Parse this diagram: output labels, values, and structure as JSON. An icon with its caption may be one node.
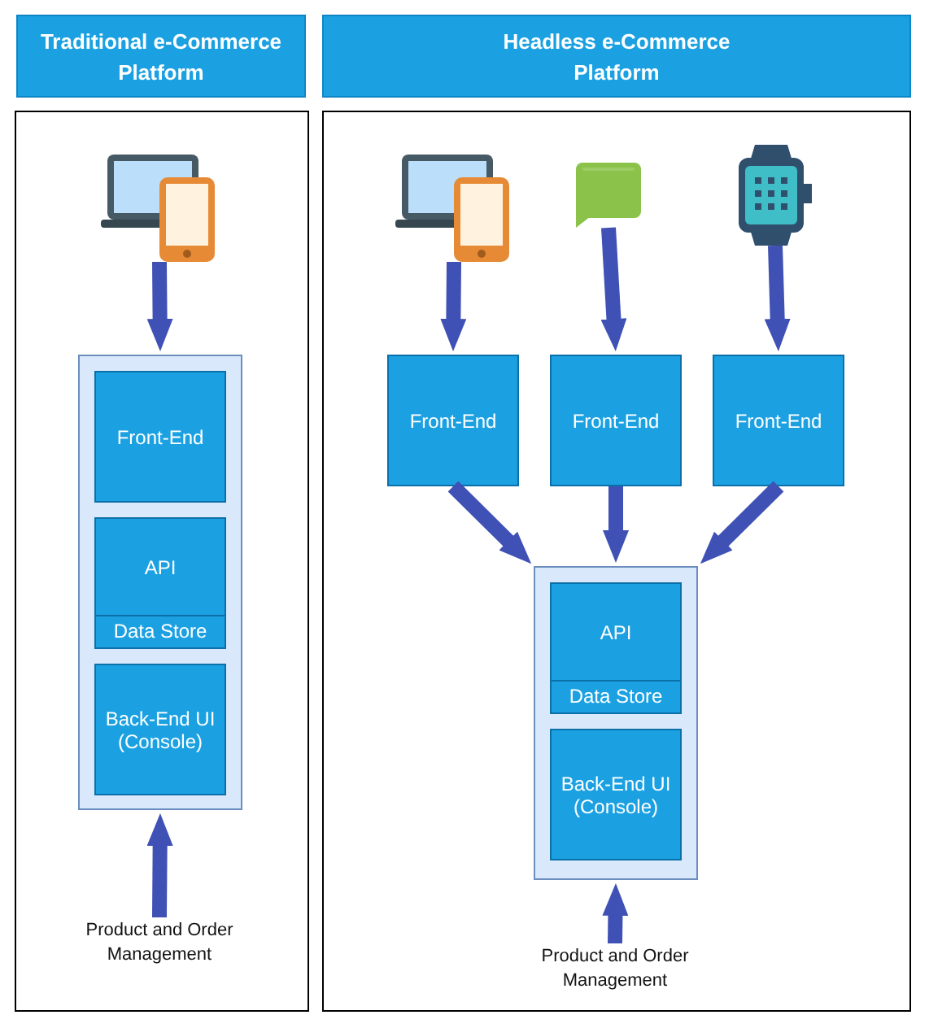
{
  "diagram": {
    "nodes": [
      {
        "text": [
          "Traditional e-Commerce Platform"
        ]
      },
      {
        "text": [
          "Headless e-Commerce Platform"
        ]
      },
      {
        "text": [],
        "shape": "box"
      },
      {
        "text": [],
        "shape": "picture",
        "in": 2
      },
      {
        "text": [],
        "shape": "box",
        "in": 2
      },
      {
        "text": [
          "Front-End"
        ],
        "in": 4
      },
      {
        "text": [
          "API",
          "Data Store"
        ],
        "in": 4
      },
      {
        "text": [
          "Back-End UI (Console)"
        ],
        "in": 4
      },
      {
        "text": [
          "Product and Order Management"
        ],
        "in": 2
      },
      {
        "text": [],
        "shape": "box"
      },
      {
        "text": [],
        "shape": "picture",
        "in": 9
      },
      {
        "text": [],
        "shape": "picture",
        "in": 9
      },
      {
        "text": [],
        "shape": "picture",
        "in": 9
      },
      {
        "text": [
          "Front-End"
        ],
        "in": 9
      },
      {
        "text": [
          "Front-End"
        ],
        "in": 9
      },
      {
        "text": [
          "Front-End"
        ],
        "in": 9
      },
      {
        "text": [],
        "shape": "box",
        "in": 9
      },
      {
        "text": [
          "API",
          "Data Store"
        ],
        "in": 16
      },
      {
        "text": [
          "Back-End UI (Console)"
        ],
        "in": 16
      },
      {
        "text": [
          "Product and Order Management"
        ],
        "in": 9
      }
    ],
    "edges": [
      {
        "from": 3,
        "to": 4,
        "arrow": "to"
      },
      {
        "from": 8,
        "to": 4,
        "arrow": "to"
      },
      {
        "from": 10,
        "to": 13,
        "arrow": "to"
      },
      {
        "from": 11,
        "to": 14,
        "arrow": "to"
      },
      {
        "from": 12,
        "to": 15,
        "arrow": "to"
      },
      {
        "from": 13,
        "to": 16,
        "arrow": "to"
      },
      {
        "from": 14,
        "to": 16,
        "arrow": "to"
      },
      {
        "from": 15,
        "to": 16,
        "arrow": "to"
      },
      {
        "from": 19,
        "to": 16,
        "arrow": "to"
      }
    ]
  }
}
